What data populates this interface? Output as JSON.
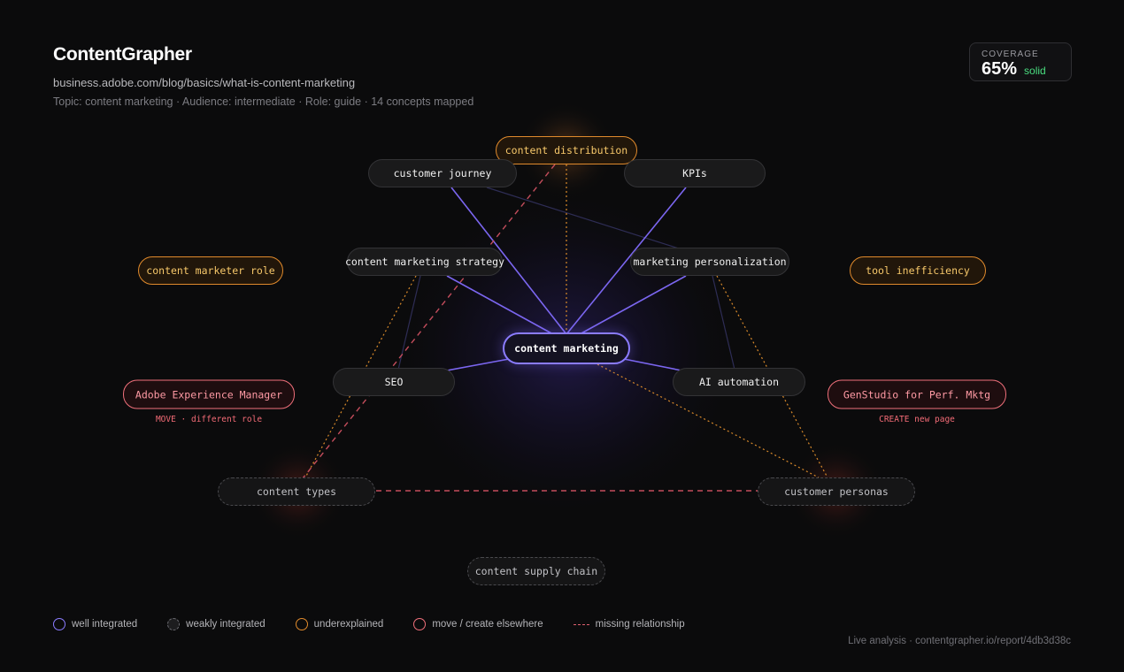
{
  "header": {
    "title": "ContentGrapher",
    "url": "business.adobe.com/blog/basics/what-is-content-marketing",
    "meta": "Topic: content marketing · Audience: intermediate · Role: guide · 14 concepts mapped"
  },
  "coverage": {
    "label": "COVERAGE",
    "value": "65%",
    "status": "solid"
  },
  "nodes": {
    "content_marketing": "content marketing",
    "content_distribution": "content distribution",
    "customer_journey": "customer journey",
    "kpis": "KPIs",
    "content_marketing_strategy": "content marketing strategy",
    "marketing_personalization": "marketing personalization",
    "content_marketer_role": "content marketer role",
    "tool_inefficiency": "tool inefficiency",
    "seo": "SEO",
    "ai_automation": "AI automation",
    "adobe_experience_manager": "Adobe Experience Manager",
    "genstudio": "GenStudio for Perf. Mktg",
    "content_types": "content types",
    "customer_personas": "customer personas",
    "content_supply_chain": "content supply chain"
  },
  "notes": {
    "aem": "MOVE · different role",
    "genstudio": "CREATE new page"
  },
  "legend": {
    "well": "well integrated",
    "weak": "weakly integrated",
    "under": "underexplained",
    "move": "move / create elsewhere",
    "missing": "missing relationship"
  },
  "footer": "Live analysis · contentgrapher.io/report/4db3d38c",
  "colors": {
    "well_integrated": "#8b7cff",
    "underexplained": "#e08a2c",
    "move_create": "#f0707b",
    "missing_relationship": "#e06070"
  }
}
